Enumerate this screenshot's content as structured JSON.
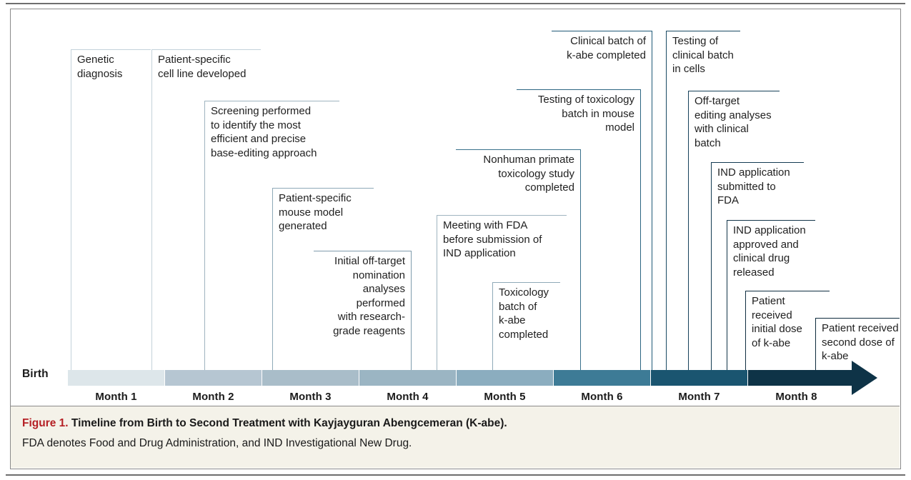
{
  "figure": {
    "caption_label": "Figure 1.",
    "caption_title": "Timeline from Birth to Second Treatment with Kayjayguran Abengcemeran (K-abe).",
    "caption_note": "FDA denotes Food and Drug Administration, and IND Investigational New Drug."
  },
  "timeline": {
    "start_label": "Birth",
    "months": [
      {
        "label": "Month 1",
        "color": "#dde6ea"
      },
      {
        "label": "Month 2",
        "color": "#b6c6d2"
      },
      {
        "label": "Month 3",
        "color": "#a9bdc9"
      },
      {
        "label": "Month 4",
        "color": "#9bb5c3"
      },
      {
        "label": "Month 5",
        "color": "#8badbf"
      },
      {
        "label": "Month 6",
        "color": "#3d7b96"
      },
      {
        "label": "Month 7",
        "color": "#1a5570"
      },
      {
        "label": "Month 8",
        "color": "#0e3347"
      }
    ],
    "arrow_color": "#0e3347"
  },
  "events": [
    {
      "id": "genetic-diagnosis",
      "text": "Genetic\ndiagnosis",
      "month": 1,
      "align": "left",
      "border": "#c3d2da"
    },
    {
      "id": "cell-line-developed",
      "text": "Patient-specific\ncell line developed",
      "month": 2,
      "align": "left",
      "border": "#c3d2da"
    },
    {
      "id": "screening-performed",
      "text": "Screening performed\nto identify the most\nefficient and precise\nbase-editing approach",
      "month": 2,
      "align": "left",
      "border": "#9fb4c0"
    },
    {
      "id": "mouse-model-generated",
      "text": "Patient-specific\nmouse model\ngenerated",
      "month": 3,
      "align": "left",
      "border": "#8fa9b8"
    },
    {
      "id": "initial-off-target",
      "text": "Initial off-target\nnomination\nanalyses\nperformed\nwith research-\ngrade reagents",
      "month": 3,
      "align": "right",
      "border": "#7f9cad"
    },
    {
      "id": "meeting-with-fda",
      "text": "Meeting with FDA\nbefore submission of\nIND application",
      "month": 5,
      "align": "left",
      "border": "#9fb4c0"
    },
    {
      "id": "toxicology-batch",
      "text": "Toxicology\nbatch of\nk-abe\ncompleted",
      "month": 5,
      "align": "left",
      "border": "#8fa9b8"
    },
    {
      "id": "nonhuman-primate-study",
      "text": "Nonhuman primate\ntoxicology study\ncompleted",
      "month": 5,
      "align": "right",
      "border": "#39708b"
    },
    {
      "id": "testing-toxicology-batch",
      "text": "Testing of toxicology\nbatch in mouse\nmodel",
      "month": 6,
      "align": "right",
      "border": "#2b6582"
    },
    {
      "id": "clinical-batch-completed",
      "text": "Clinical batch of\nk-abe completed",
      "month": 6,
      "align": "right",
      "border": "#1f5a78"
    },
    {
      "id": "testing-clinical-batch",
      "text": "Testing of\nclinical batch\nin cells",
      "month": 7,
      "align": "left",
      "border": "#1a4a63"
    },
    {
      "id": "off-target-clinical",
      "text": "Off-target\nediting analyses\nwith clinical\nbatch",
      "month": 7,
      "align": "left",
      "border": "#17415a"
    },
    {
      "id": "ind-submitted",
      "text": "IND application\nsubmitted to\nFDA",
      "month": 7,
      "align": "left",
      "border": "#143b52"
    },
    {
      "id": "ind-approved",
      "text": "IND application\napproved and\nclinical drug\nreleased",
      "month": 7,
      "align": "left",
      "border": "#123449"
    },
    {
      "id": "initial-dose",
      "text": "Patient received\ninitial dose\nof k-abe",
      "month": 8,
      "align": "left",
      "border": "#102e41"
    },
    {
      "id": "second-dose",
      "text": "Patient received\nsecond dose of\nk-abe",
      "month": 8,
      "align": "left",
      "border": "#0e2b3d"
    }
  ],
  "chart_data": {
    "type": "timeline",
    "title": "Timeline from Birth to Second Treatment with Kayjayguran Abengcemeran (K-abe)",
    "xlabel": "",
    "ylabel": "",
    "axis_start": "Birth",
    "categories": [
      "Month 1",
      "Month 2",
      "Month 3",
      "Month 4",
      "Month 5",
      "Month 6",
      "Month 7",
      "Month 8"
    ],
    "grid": false,
    "legend": "none",
    "milestones": [
      {
        "label": "Genetic diagnosis",
        "month": 1
      },
      {
        "label": "Patient-specific cell line developed",
        "month": 2
      },
      {
        "label": "Screening performed to identify the most efficient and precise base-editing approach",
        "month": 2
      },
      {
        "label": "Patient-specific mouse model generated",
        "month": 3
      },
      {
        "label": "Initial off-target nomination analyses performed with research-grade reagents",
        "month": 3
      },
      {
        "label": "Meeting with FDA before submission of IND application",
        "month": 5
      },
      {
        "label": "Toxicology batch of k-abe completed",
        "month": 5
      },
      {
        "label": "Nonhuman primate toxicology study completed",
        "month": 5
      },
      {
        "label": "Testing of toxicology batch in mouse model",
        "month": 6
      },
      {
        "label": "Clinical batch of k-abe completed",
        "month": 6
      },
      {
        "label": "Testing of clinical batch in cells",
        "month": 7
      },
      {
        "label": "Off-target editing analyses with clinical batch",
        "month": 7
      },
      {
        "label": "IND application submitted to FDA",
        "month": 7
      },
      {
        "label": "IND application approved and clinical drug released",
        "month": 7
      },
      {
        "label": "Patient received initial dose of k-abe",
        "month": 8
      },
      {
        "label": "Patient received second dose of k-abe",
        "month": 8
      }
    ]
  }
}
